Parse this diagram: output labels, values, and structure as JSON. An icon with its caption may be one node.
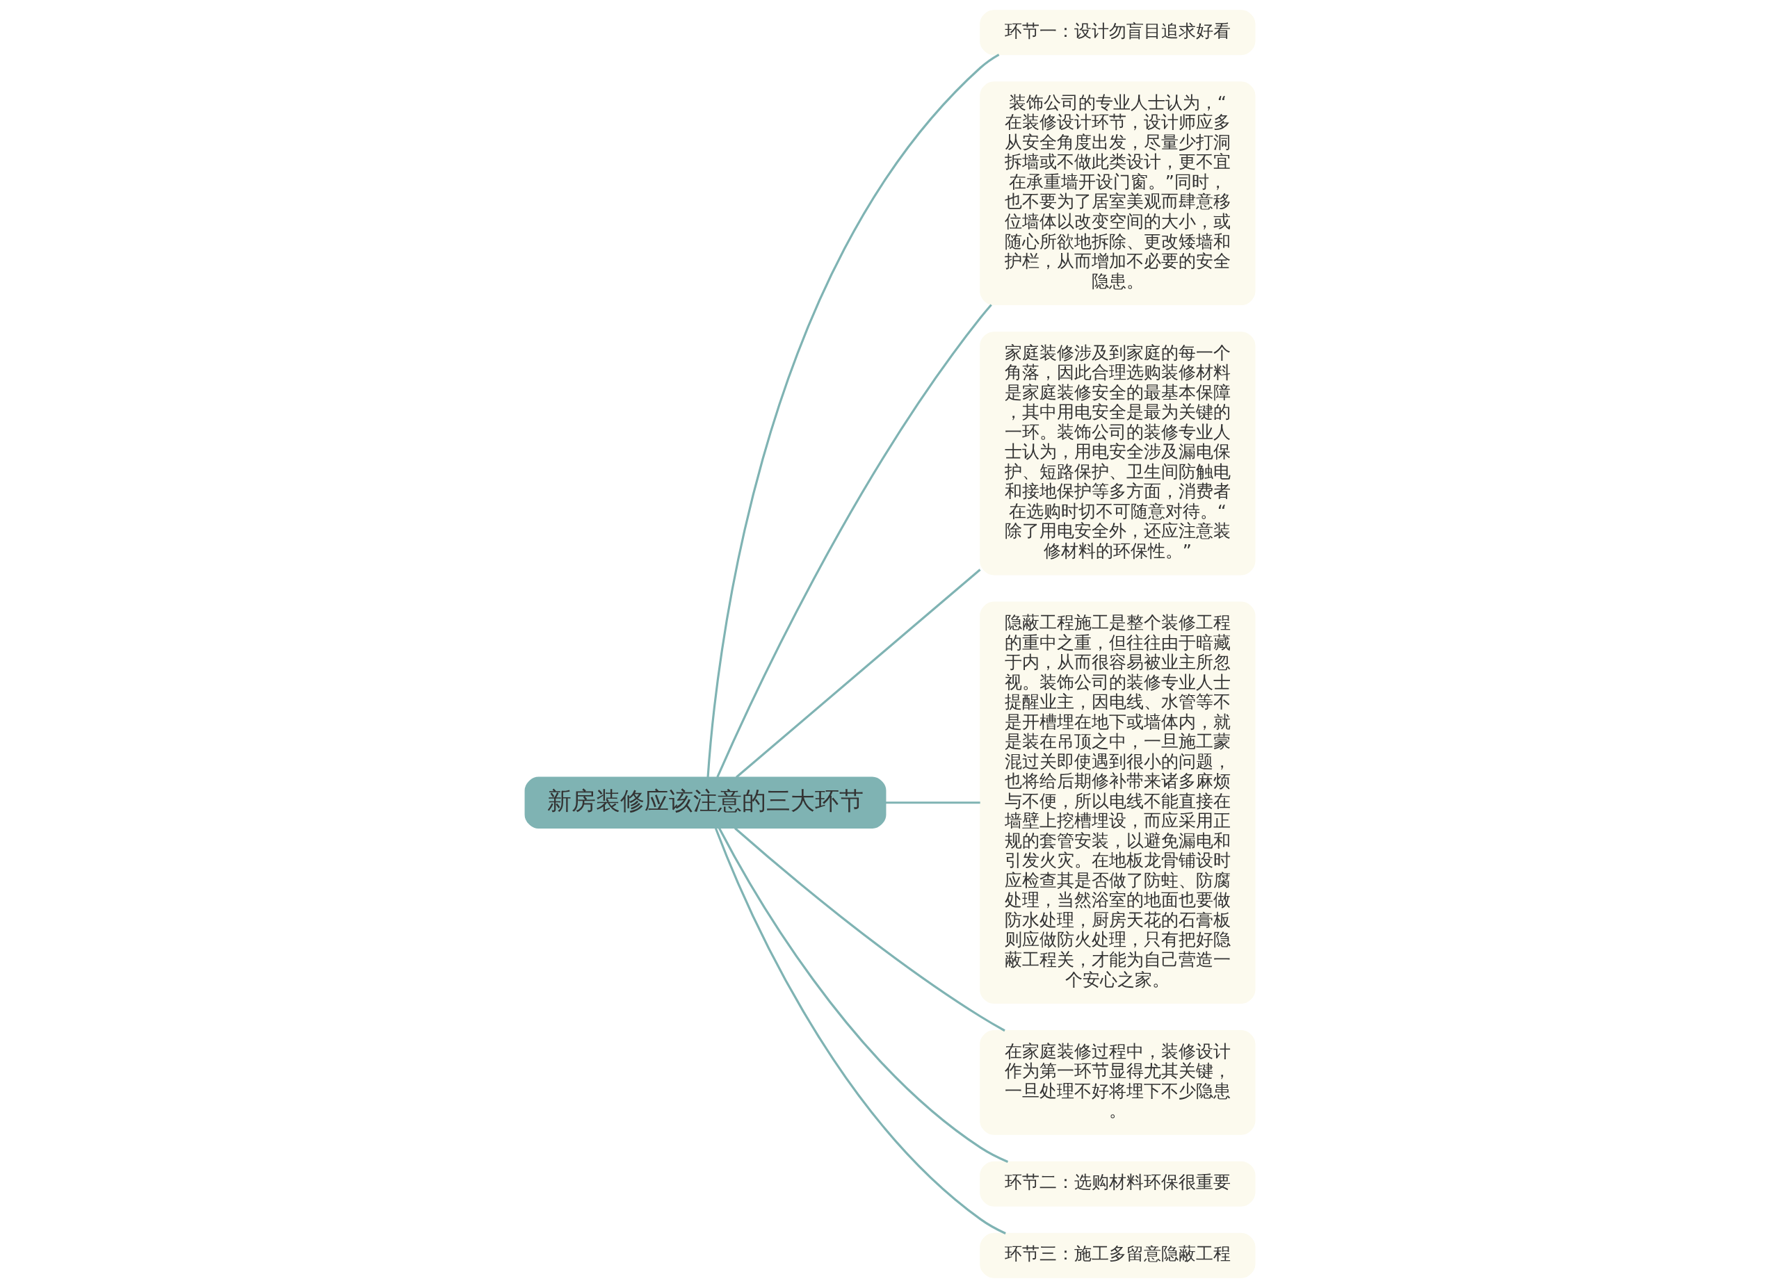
{
  "diagram": {
    "nodes": [
      {
        "text": [
          "新房装修应该注意的三大环节"
        ]
      },
      {
        "text": [
          "环节一：设计勿盲目追求好看"
        ]
      },
      {
        "text": [
          "装饰公司的专业人士认为，“在装修设计环节，设计师应多从安全角度出发，尽量少打洞拆墙或不做此类设计，更不宜在承重墙开设门窗。”同时，也不要为了居室美观而肆意移位墙体以改变空间的大小，或随心所欲地拆除、更改矮墙和护栏，从而增加不必要的安全隐患。"
        ]
      },
      {
        "text": [
          "家庭装修涉及到家庭的每一个角落，因此合理选购装修材料是家庭装修安全的最基本保障，其中用电安全是最为关键的一环。装饰公司的装修专业人士认为，用电安全涉及漏电保护、短路保护、卫生间防触电和接地保护等多方面，消费者在选购时切不可随意对待。“除了用电安全外，还应注意装修材料的环保性。”"
        ]
      },
      {
        "text": [
          "隐蔽工程施工是整个装修工程的重中之重，但往往由于暗藏于内，从而很容易被业主所忽视。装饰公司的装修专业人士提醒业主，因电线、水管等不是开槽埋在地下或墙体内，就是装在吊顶之中，一旦施工蒙混过关即使遇到很小的问题，也将给后期修补带来诸多麻烦与不便，所以电线不能直接在墙壁上挖槽埋设，而应采用正规的套管安装，以避免漏电和引发火灾。在地板龙骨铺设时应检查其是否做了防蛀、防腐处理，当然浴室的地面也要做防水处理，厨房天花的石膏板则应做防火处理，只有把好隐蔽工程关，才能为自己营造一个安心之家。"
        ]
      },
      {
        "text": [
          "在家庭装修过程中，装修设计作为第一环节显得尤其关键，一旦处理不好将埋下不少隐患。"
        ]
      },
      {
        "text": [
          "环节二：选购材料环保很重要"
        ]
      },
      {
        "text": [
          "环节三：施工多留意隐蔽工程"
        ]
      }
    ],
    "edges": [
      {
        "from": 0,
        "to": 1,
        "arrow": "none"
      },
      {
        "from": 0,
        "to": 2,
        "arrow": "none"
      },
      {
        "from": 0,
        "to": 3,
        "arrow": "none"
      },
      {
        "from": 0,
        "to": 4,
        "arrow": "none"
      },
      {
        "from": 0,
        "to": 5,
        "arrow": "none"
      },
      {
        "from": 0,
        "to": 6,
        "arrow": "none"
      },
      {
        "from": 0,
        "to": 7,
        "arrow": "none"
      }
    ]
  }
}
